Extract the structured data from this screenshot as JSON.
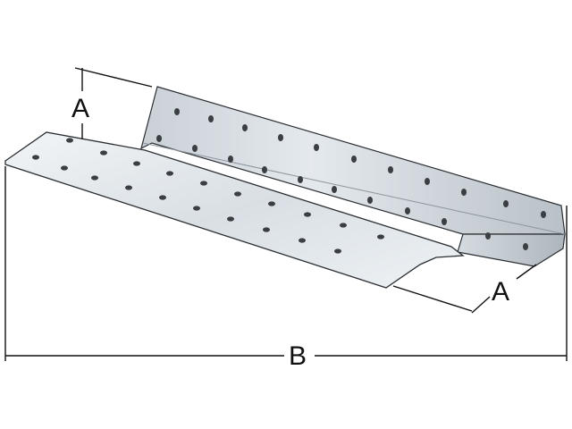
{
  "labels": {
    "height_left": "A",
    "height_right": "A",
    "length": "B"
  },
  "colors": {
    "line": "#111111",
    "metal_light": "#e9eef2",
    "metal_mid": "#cfd6dc",
    "metal_dark": "#9aa3ab",
    "edge": "#2b2f33",
    "hole": "#3b3f44"
  }
}
